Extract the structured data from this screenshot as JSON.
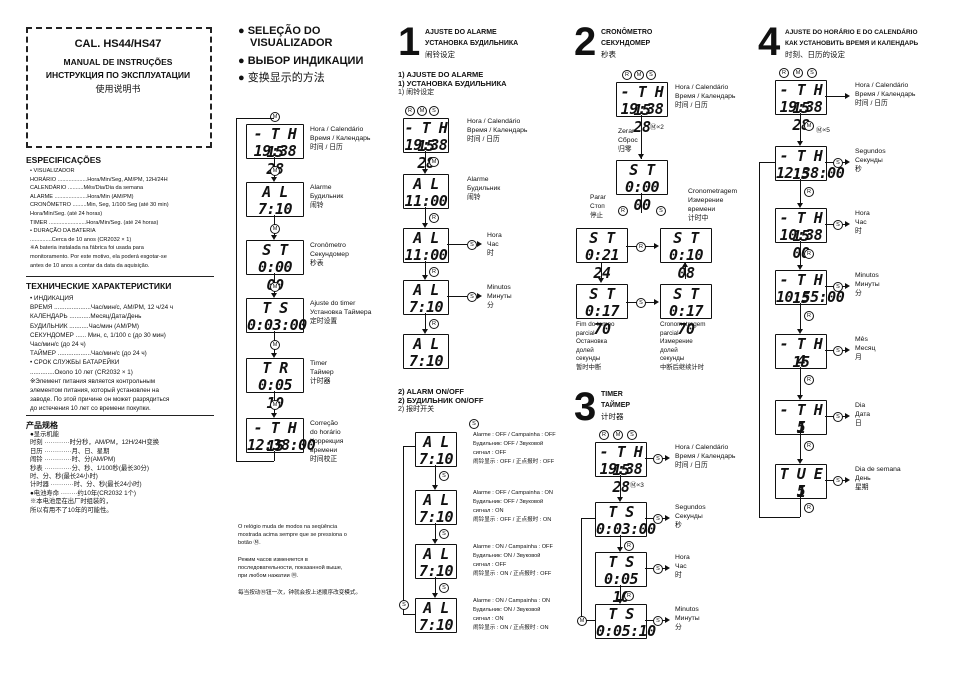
{
  "manual": {
    "title": "CAL. HS44/HS47",
    "subtitle_pt": "MANUAL DE INSTRUÇÕES",
    "subtitle_ru": "ИНСТРУКЦИЯ ПО ЭКСПЛУАТАЦИИ",
    "subtitle_cn": "使用说明书"
  },
  "spec_pt": {
    "heading": "ESPECIFICAÇÕES",
    "lines": [
      "• VISUALIZADOR",
      "HORÁRIO ...................Hora/Min/Seg, AM/PM, 12H/24H",
      "CALENDÁRIO ..........Mês/Dia/Dia da semana",
      "ALARME .....................Hora/Min (AM/PM)",
      "CRONÔMETRO .........Min, Seg, 1/100 Seg (até 30 min)",
      "                             Hora/Min/Seg. (até 24 horas)",
      "TIMER ........................Hora/Min/Seg. (até 24 horas)",
      "• DURAÇÃO DA BATERIA",
      "                  ..............Cerca de 10 anos (CR2032 × 1)",
      "※A bateria instalada na fábrica foi usada para",
      "   monitoramento. Por este motivo, ela poderá esgotar-se",
      "   antes de 10 anos a contar da data da aquisição."
    ]
  },
  "spec_ru": {
    "heading": "ТЕХНИЧЕСКИЕ ХАРАКТЕРИСТИКИ",
    "lines": [
      "• ИНДИКАЦИЯ",
      "ВРЕМЯ .....................Час/мин/с, AM/PM, 12 ч/24 ч",
      "КАЛЕНДАРЬ ............Месяц/Дата/День",
      "БУДИЛЬНИК ...........Час/мин (AM/PM)",
      "СЕКУНДОМЕР ...... Мин, с, 1/100 с (до 30 мин)",
      "                               Час/мин/с (до 24 ч)",
      "ТАЙМЕР ...................Час/мин/с (до 24 ч)",
      "• СРОК СЛУЖБЫ БАТАРЕЙКИ",
      "                  ..............Около 10 лет (CR2032 × 1)",
      "※Элемент питания является контрольным",
      "   элементом питания, который установлен на",
      "   заводе. По этой причине он может разрядиться",
      "   до истечения 10 лет со времени покупки."
    ]
  },
  "spec_cn": {
    "heading": "产品规格",
    "lines": [
      "●显示机能",
      "时刻 ············时分秒，AM/PM，12H/24H变换",
      "日历 ·············月、日、星期",
      "闹铃 ·············时、分(AM/PM)",
      "秒表 ·············分、秒、1/100秒(最长30分)",
      "                    时、分、秒(最长24小时)",
      "计时器 ···········时、分、秒(最长24小时)",
      "●电池寿命 ········约10年(CR2032  1个)",
      "   ※本电池是在出厂时组装的，",
      "   所以有用不了10年的可能性。"
    ]
  },
  "selection": {
    "h1": "● SELEÇÃO DO",
    "h1b": "VISUALIZADOR",
    "h2": "● ВЫБОР ИНДИКАЦИИ",
    "h3": "● 变换显示的方法",
    "labels": [
      [
        "Hora / Calendário",
        "Время / Календарь",
        "时间 / 日历"
      ],
      [
        "Alarme",
        "Будильник",
        "闹铃"
      ],
      [
        "Cronômetro",
        "Секундомер",
        "秒表"
      ],
      [
        "Ajuste do timer",
        "Установка Таймера",
        "定时设置"
      ],
      [
        "Timer",
        "Таймер",
        "计时器"
      ],
      [
        "Correção",
        "do horário",
        "Коррекция",
        "времени",
        "时间校正"
      ]
    ],
    "footnotes": [
      "O relógio muda de modos na seqüência",
      "mostrada acima sempre que se pressiona o",
      "botão Ⓜ.",
      "",
      "Режим часов изменяется в",
      "последовательности, показанной выше,",
      "при любом нажатии Ⓜ.",
      "",
      "每当按动Ⓜ钮一次，钟就会按上述顺序改变模式。"
    ],
    "displays": [
      {
        "l1": "- T H 15",
        "l2": "19:38 28"
      },
      {
        "l1": "A L",
        "l2": "7:10"
      },
      {
        "l1": "S T",
        "l2": "0:00 00"
      },
      {
        "l1": "T S",
        "l2": "0:03:00"
      },
      {
        "l1": "T R",
        "l2": "0:05 10"
      },
      {
        "l1": "- T H 15",
        "l2": "12:38:00"
      }
    ]
  },
  "sec1": {
    "num": "1",
    "title_pt": "AJUSTE DO ALARME",
    "title_ru": "УСТАНОВКА БУДИЛЬНИКА",
    "title_cn": "闹铃设定",
    "sub1_pt": "1) AJUSTE DO ALARME",
    "sub1_ru": "1) УСТАНОВКА БУДИЛЬНИКА",
    "sub1_cn": "1) 闹铃设定",
    "labels": [
      [
        "Hora / Calendário",
        "Время / Календарь",
        "时间 / 日历"
      ],
      [
        "Alarme",
        "Будильник",
        "闹铃"
      ],
      [
        "Hora",
        "Час",
        "时"
      ],
      [
        "Minutos",
        "Минуты",
        "分"
      ]
    ],
    "displays": [
      {
        "l1": "- T H 15",
        "l2": "19:38 28"
      },
      {
        "l1": "A L",
        "l2": "11:00"
      },
      {
        "l1": "A L",
        "l2": "11:00"
      },
      {
        "l1": "A L",
        "l2": "7:10"
      },
      {
        "l1": "A L",
        "l2": "7:10"
      }
    ],
    "sub2_pt": "2) ALARM ON/OFF",
    "sub2_ru": "2) БУДИЛЬНИК ON/OFF",
    "sub2_cn": "2) 报时开关",
    "onoff": [
      [
        "Alarme    : OFF / Campainha : OFF",
        "Будильник: OFF / Звуковой",
        "                   сигнал    : OFF",
        "闹铃显示 : OFF / 正点报时 : OFF"
      ],
      [
        "Alarme    : OFF / Campainha : ON",
        "Будильник: OFF / Звуковой",
        "                   сигнал    : ON",
        "闹铃显示 : OFF / 正点报时 : ON"
      ],
      [
        "Alarme    : ON / Campainha : OFF",
        "Будильник: ON / Звуковой",
        "                   сигнал    : OFF",
        "闹铃显示 : ON / 正点报时 : OFF"
      ],
      [
        "Alarme    : ON / Campainha : ON",
        "Будильник: ON / Звуковой",
        "                   сигнал    : ON",
        "闹铃显示 : ON / 正点报时 : ON"
      ]
    ],
    "onoff_displays": [
      {
        "l1": "A L",
        "l2": "7:10"
      },
      {
        "l1": "A L",
        "l2": "7:10"
      },
      {
        "l1": "A L",
        "l2": "7:10"
      },
      {
        "l1": "A L",
        "l2": "7:10"
      }
    ]
  },
  "sec2": {
    "num": "2",
    "title_pt": "CRONÔMETRO",
    "title_ru": "СЕКУНДОМЕР",
    "title_cn": "秒表",
    "zerar": [
      "Zerar",
      "Сброс",
      "归零"
    ],
    "parar": [
      "Parar",
      "Стоп",
      "停止"
    ],
    "crono": [
      "Cronometragem",
      "Измерение",
      "времени",
      "计时中"
    ],
    "fim": [
      "Fim do tempo",
      "parcial",
      "Остановка",
      "долей",
      "секунды",
      "暂时中断"
    ],
    "crono2": [
      "Cronometragem",
      "parcial",
      "Измерение",
      "долей",
      "секунды",
      "中断后继续计时"
    ],
    "m2": "Ⓜ×2",
    "displays": [
      {
        "l1": "- T H 15",
        "l2": "19:38 28"
      },
      {
        "l1": "S T",
        "l2": "0:00 00"
      },
      {
        "l1": "S T",
        "l2": "0:21 24"
      },
      {
        "l1": "S T",
        "l2": "0:10 08"
      },
      {
        "l1": "S T",
        "l2": "0:17 70"
      },
      {
        "l1": "S T",
        "l2": "0:17 70"
      }
    ]
  },
  "sec3": {
    "num": "3",
    "title_pt": "TIMER",
    "title_ru": "ТАЙМЕР",
    "title_cn": "计时器",
    "m3": "Ⓜ×3",
    "labels": [
      [
        "Hora / Calendário",
        "Время / Календарь",
        "时间 / 日历"
      ],
      [
        "Segundos",
        "Секунды",
        "秒"
      ],
      [
        "Hora",
        "Час",
        "时"
      ],
      [
        "Minutos",
        "Минуты",
        "分"
      ]
    ],
    "displays": [
      {
        "l1": "- T H 15",
        "l2": "19:38 28"
      },
      {
        "l1": "T S",
        "l2": "0:03:00"
      },
      {
        "l1": "T S",
        "l2": "0:05 10"
      },
      {
        "l1": "T S",
        "l2": "0:05:10"
      }
    ]
  },
  "sec4": {
    "num": "4",
    "title_pt": "AJUSTE DO HORÁRIO E DO CALENDÁRIO",
    "title_ru": "КАК УСТАНОВИТЬ ВРЕМЯ И КАЛЕНДАРЬ",
    "title_cn": "时刻、日历的设定",
    "m5": "Ⓜ×5",
    "labels": [
      [
        "Hora / Calendário",
        "Время / Календарь",
        "时间 / 日历"
      ],
      [
        "Segundos",
        "Секунды",
        "秒"
      ],
      [
        "Hora",
        "Час",
        "时"
      ],
      [
        "Minutos",
        "Минуты",
        "分"
      ],
      [
        "Mês",
        "Месяц",
        "月"
      ],
      [
        "Dia",
        "Дата",
        "日"
      ],
      [
        "Dia de semana",
        "День",
        "星期"
      ]
    ],
    "displays": [
      {
        "l1": "- T H 15",
        "l2": "19:38 28"
      },
      {
        "l1": "- T H 15",
        "l2": "12:38:00"
      },
      {
        "l1": "- T H 15",
        "l2": "10:38 00"
      },
      {
        "l1": "- T H 15",
        "l2": "10:55:00"
      },
      {
        "l1": "- T H 15",
        "l2": "4"
      },
      {
        "l1": "- T H  1",
        "l2": "5"
      },
      {
        "l1": "T U E  1",
        "l2": "5"
      }
    ]
  },
  "buttons": {
    "r": "R",
    "m": "M",
    "s": "S"
  }
}
